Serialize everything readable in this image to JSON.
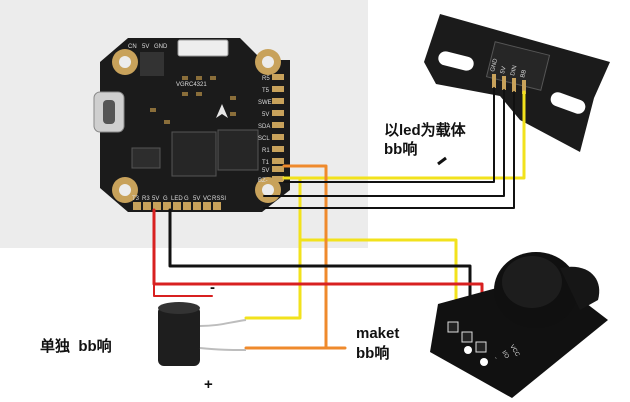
{
  "labels": {
    "led_buzzer_line1": "以led为载体",
    "led_buzzer_line2": "bb响",
    "standalone": "单独  bb响",
    "maket_line1": "maket",
    "maket_line2": "bb响",
    "minus": "-",
    "plus": "+"
  },
  "fc_board": {
    "top_labels": [
      "CN",
      "5V",
      "GND"
    ],
    "right_labels": [
      "R5",
      "T5",
      "SWE",
      "5V",
      "SDA",
      "SCL",
      "R1",
      "T1",
      "5V",
      "BZ-"
    ],
    "bottom_labels": [
      "T3",
      "R3",
      "5V",
      "G",
      "LED",
      "G",
      "5V",
      "VC",
      "RSSI"
    ],
    "part_no": "VGRC4321"
  },
  "led_board": {
    "pin_labels": [
      "GND",
      "5V",
      "DIN",
      "BB"
    ]
  },
  "buzzer_module": {
    "pin_labels": [
      "-",
      "I/O",
      "VCC"
    ]
  },
  "colors": {
    "wire_red": "#d82020",
    "wire_black": "#111111",
    "wire_yellow": "#f2e21c",
    "wire_orange": "#ef8a2c",
    "board_black": "#1b1b1b",
    "photo_bg": "#ececec"
  }
}
